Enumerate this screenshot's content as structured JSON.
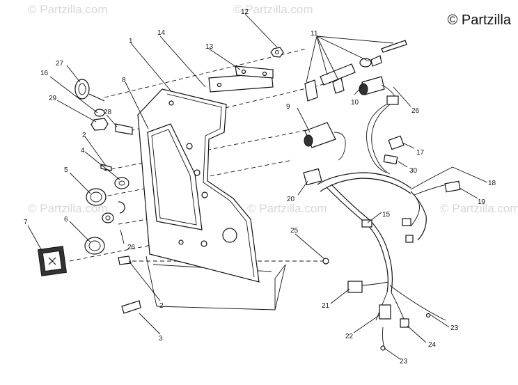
{
  "brand": {
    "text": "© Partzilla"
  },
  "watermarks": [
    "© Partzilla.com",
    "© Partzilla.com",
    "© Partzilla.com",
    "© Partzilla.com",
    "© Partzilla.com"
  ],
  "callouts": [
    "1",
    "2",
    "2",
    "3",
    "4",
    "5",
    "6",
    "7",
    "8",
    "9",
    "10",
    "11",
    "12",
    "13",
    "14",
    "15",
    "16",
    "17",
    "18",
    "19",
    "20",
    "21",
    "22",
    "23",
    "23",
    "24",
    "25",
    "26",
    "26",
    "27",
    "28",
    "29",
    "30"
  ]
}
